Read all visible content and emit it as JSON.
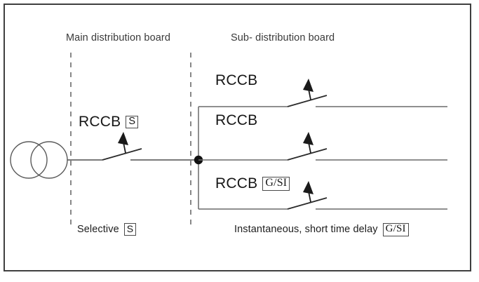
{
  "figure": {
    "type": "single-line-electrical-diagram",
    "background_color": "#ffffff",
    "border_color": "#3f3f3f",
    "line_color": "#5a5a5a",
    "text_color": "#1d1d1d"
  },
  "sections": {
    "main_board": {
      "title": "Main distribution board",
      "device_label": "RCCB",
      "device_marking": "S",
      "caption_text": "Selective",
      "caption_marking": "S"
    },
    "sub_board": {
      "title": "Sub- distribution board",
      "caption_text": "Instantaneous, short time delay",
      "caption_marking": "G/SI"
    }
  },
  "branches": [
    {
      "label": "RCCB",
      "marking": ""
    },
    {
      "label": "RCCB",
      "marking": ""
    },
    {
      "label": "RCCB",
      "marking": "G/SI"
    }
  ],
  "symbols": {
    "transformer": "transformer-two-circles",
    "switch": "rccb-switch-with-arrow",
    "junction": "junction-dot",
    "divider": "dashed-vertical-divider"
  }
}
